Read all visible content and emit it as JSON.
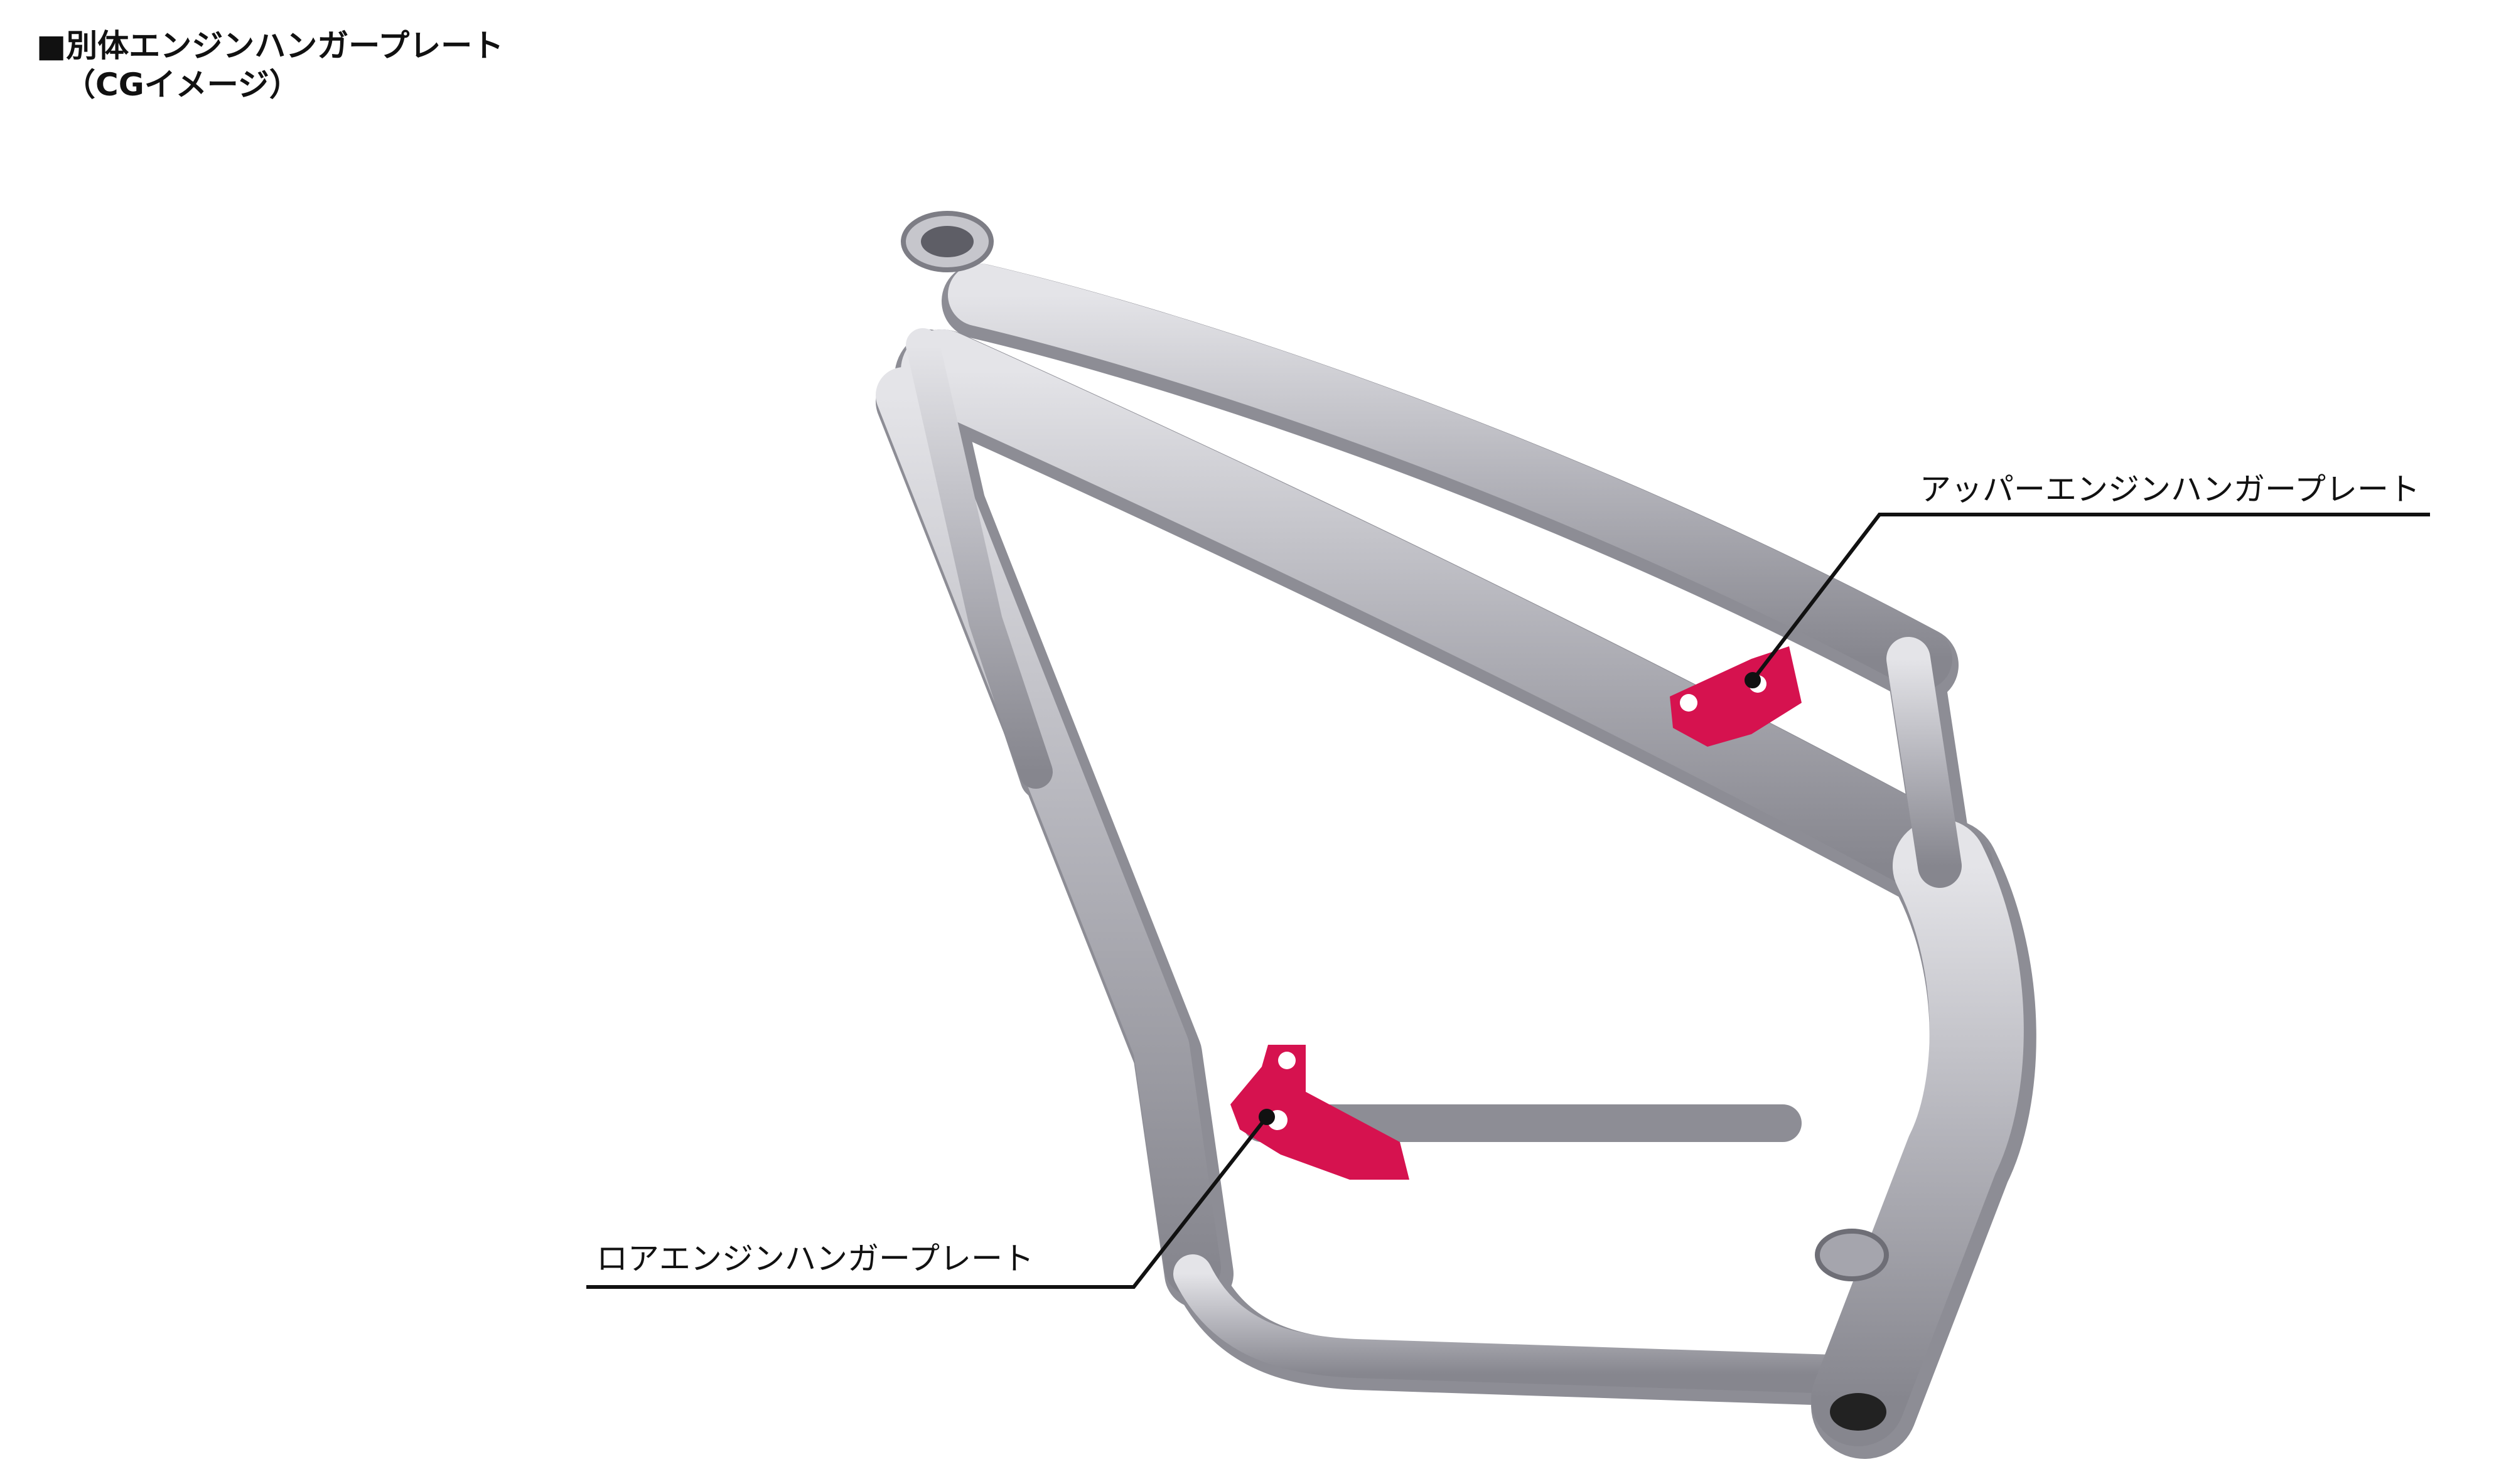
{
  "title": {
    "main": "■別体エンジンハンガープレート",
    "sub": "（CGイメージ）"
  },
  "callouts": [
    {
      "label": "アッパーエンジンハンガープレート",
      "highlight_color": "#d6124f"
    },
    {
      "label": "ロアエンジンハンガープレート",
      "highlight_color": "#d6124f"
    }
  ],
  "colors": {
    "frame": "#b9b9bf",
    "frame_shadow": "#8d8d95",
    "highlight": "#d6124f",
    "leader": "#111111"
  }
}
